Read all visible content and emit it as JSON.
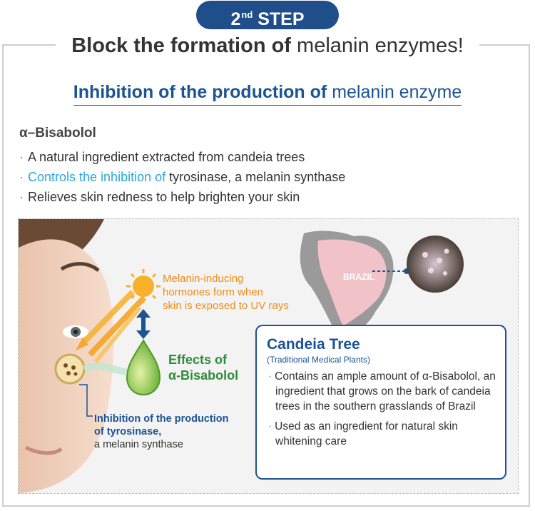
{
  "header": {
    "step_number": "2",
    "step_suffix": "nd",
    "step_word": "STEP",
    "title_bold": "Block the formation of",
    "title_rest": "melanin enzymes!"
  },
  "subtitle": {
    "bold": "Inhibition of the production of",
    "rest": "melanin enzyme"
  },
  "ingredient": {
    "name": "α–Bisabolol",
    "bullets": [
      {
        "highlight": "",
        "text": "A natural ingredient extracted from candeia trees"
      },
      {
        "highlight": "Controls the inhibition of",
        "text": " tyrosinase, a melanin synthase"
      },
      {
        "highlight": "",
        "text": "Relieves skin redness to help brighten your skin"
      }
    ]
  },
  "illustration": {
    "uv_text_lines": [
      "Melanin-inducing",
      "hormones form when",
      "skin is exposed to UV rays"
    ],
    "effects_lines": [
      "Effects of",
      "α-Bisabolol"
    ],
    "inhibition_bold_lines": [
      "Inhibition of the production",
      "of tyrosinase,"
    ],
    "inhibition_plain": "a melanin synthase",
    "map_label": "BRAZIL"
  },
  "card": {
    "title": "Candeia Tree",
    "subtitle": "(Traditional Medical Plants)",
    "items": [
      "Contains an ample amount of α-Bisabolol, an ingredient that grows on the bark of candeia trees in the southern grasslands of Brazil",
      "Used as an ingredient for natural skin whitening care"
    ]
  },
  "colors": {
    "navy": "#1f4e8a",
    "title_blue": "#1c5394",
    "accent_cyan": "#29a9d9",
    "orange": "#f08c1a",
    "green": "#2e8b3a"
  }
}
